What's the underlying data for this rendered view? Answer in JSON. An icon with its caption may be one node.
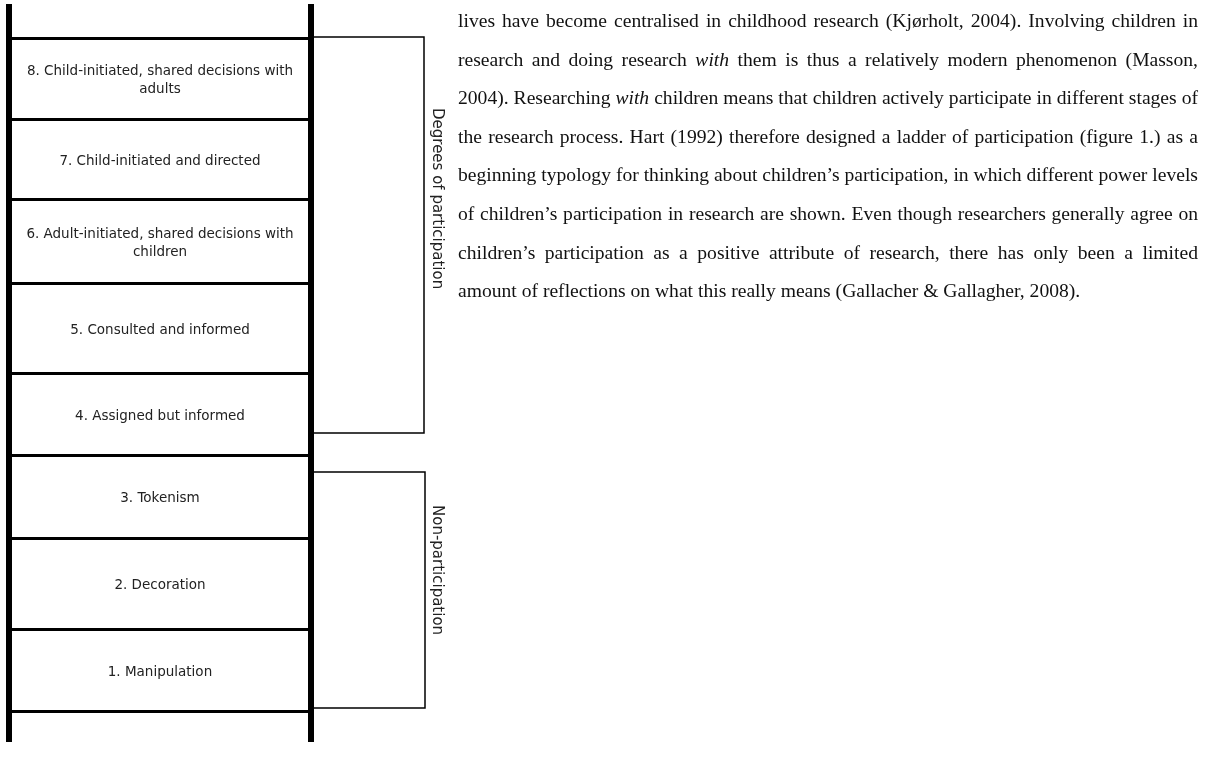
{
  "diagram": {
    "nodes": [
      {
        "text": [
          "8. Child-initiated, shared decisions with adults"
        ]
      },
      {
        "text": [
          "7. Child-initiated and directed"
        ]
      },
      {
        "text": [
          "6. Adult-initiated, shared decisions with children"
        ]
      },
      {
        "text": [
          "5. Consulted and informed"
        ]
      },
      {
        "text": [
          "4. Assigned but informed"
        ]
      },
      {
        "text": [
          "3. Tokenism"
        ]
      },
      {
        "text": [
          "2. Decoration"
        ]
      },
      {
        "text": [
          "1. Manipulation"
        ]
      }
    ],
    "labels": [
      "Degrees of participation",
      "Non-participation",
      "lives have become centralised in childhood research (Kjørholt, 2004). Involving children in research and doing research *with* them is thus a relatively modern phenomenon (Masson, 2004). Researching *with* children means that children actively participate in different stages of the research process. Hart (1992) therefore designed a ladder of participation (figure 1.) as a beginning typology for thinking about children’s participation, in which different power levels of children’s participation in research are shown. Even though researchers generally agree on children’s participation as a positive attribute of research, there has only been a limited amount of reflections on what this really means (Gallacher & Gallagher, 2008)."
    ]
  }
}
